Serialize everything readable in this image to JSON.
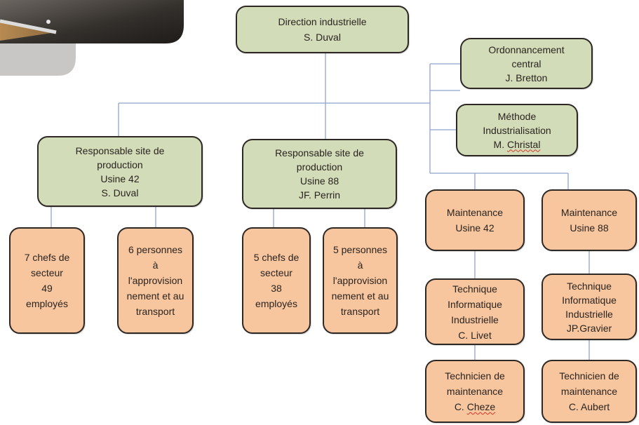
{
  "colors": {
    "manager_box": "#d3dcb8",
    "staff_box": "#f7c59e",
    "border": "#2d2824",
    "connector": "#8fa5cf",
    "text": "#2a2420"
  },
  "org_chart": {
    "direction": {
      "title": "Direction industrielle",
      "name": "S. Duval"
    },
    "ordonnancement": {
      "line1": "Ordonnancement",
      "line2": "central",
      "name": "J. Bretton"
    },
    "methode": {
      "line1": "Méthode",
      "line2": "Industrialisation",
      "name_prefix": "M. ",
      "name_main": "Christal"
    },
    "site42": {
      "line1": "Responsable site de",
      "line2": "production",
      "line3": "Usine 42",
      "name": "S. Duval"
    },
    "site88": {
      "line1": "Responsable site de",
      "line2": "production",
      "line3": "Usine 88",
      "name": "JF. Perrin"
    },
    "chefs42": {
      "line1": "7 chefs de",
      "line2": "secteur",
      "line3": "49",
      "line4": "employés"
    },
    "appro42": {
      "line1": "6 personnes",
      "line2": "à",
      "line3": "l'approvision",
      "line4": "nement et au",
      "line5": "transport"
    },
    "chefs88": {
      "line1": "5 chefs de",
      "line2": "secteur",
      "line3": "38",
      "line4": "employés"
    },
    "appro88": {
      "line1": "5 personnes",
      "line2": "à",
      "line3": "l'approvision",
      "line4": "nement et au",
      "line5": "transport"
    },
    "maint42": {
      "line1": "Maintenance",
      "line2": "Usine 42"
    },
    "maint88": {
      "line1": "Maintenance",
      "line2": "Usine 88"
    },
    "tech42": {
      "line1": "Technique",
      "line2": "Informatique",
      "line3": "Industrielle",
      "name": "C. Livet"
    },
    "tech88": {
      "line1": "Technique",
      "line2": "Informatique",
      "line3": "Industrielle",
      "name": "JP.Gravier"
    },
    "technicien42": {
      "line1": "Technicien de",
      "line2": "maintenance",
      "name_prefix": "C. ",
      "name_main": "Cheze"
    },
    "technicien88": {
      "line1": "Technicien de",
      "line2": "maintenance",
      "name": "C. Aubert"
    }
  }
}
